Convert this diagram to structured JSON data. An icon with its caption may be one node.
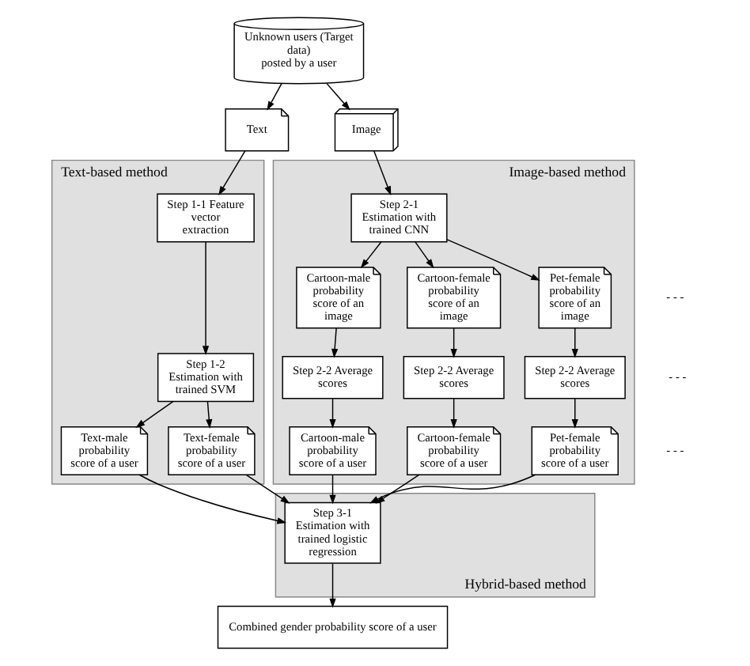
{
  "diagram": {
    "nodes": [
      {
        "text": [
          "Unknown users (Target data)",
          "posted by a user"
        ]
      },
      {
        "text": [
          "Text"
        ]
      },
      {
        "text": [
          "Image"
        ]
      },
      {
        "text": [
          "Text-based method"
        ]
      },
      {
        "text": [
          "Step 1-1 Feature vector extraction"
        ],
        "in": 3
      },
      {
        "text": [
          "Step 1-2 Estimation with trained SVM"
        ],
        "in": 3
      },
      {
        "text": [
          "Text-male probability score of a user"
        ],
        "in": 3
      },
      {
        "text": [
          "Text-female probability score of a user"
        ],
        "in": 3
      },
      {
        "text": [
          "Image-based method"
        ]
      },
      {
        "text": [
          "Step 2-1 Estimation with trained CNN"
        ],
        "in": 8
      },
      {
        "text": [
          "Cartoon-male probability score of an image"
        ],
        "in": 8
      },
      {
        "text": [
          "Cartoon-female probability score of an image"
        ],
        "in": 8
      },
      {
        "text": [
          "Pet-female probability score of an image"
        ],
        "in": 8
      },
      {
        "text": [
          "Step 2-2 Average scores"
        ],
        "in": 8
      },
      {
        "text": [
          "Step 2-2 Average scores"
        ],
        "in": 8
      },
      {
        "text": [
          "Step 2-2 Average scores"
        ],
        "in": 8
      },
      {
        "text": [
          "Cartoon-male probability score of a user"
        ],
        "in": 8
      },
      {
        "text": [
          "Cartoon-female probability score of a user"
        ],
        "in": 8
      },
      {
        "text": [
          "Pet-female probability score of a user"
        ],
        "in": 8
      },
      {
        "text": [
          "Hybrid-based method"
        ]
      },
      {
        "text": [
          "Step 3-1 Estimation with trained logistic regression"
        ],
        "in": 19
      },
      {
        "text": [
          "Combined gender probability score of a user"
        ]
      }
    ],
    "edges": [
      {
        "from": 0,
        "to": 1,
        "arrow": "to"
      },
      {
        "from": 0,
        "to": 2,
        "arrow": "to"
      },
      {
        "from": 1,
        "to": 4,
        "arrow": "to"
      },
      {
        "from": 2,
        "to": 9,
        "arrow": "to"
      },
      {
        "from": 4,
        "to": 5,
        "arrow": "to"
      },
      {
        "from": 5,
        "to": 6,
        "arrow": "to"
      },
      {
        "from": 5,
        "to": 7,
        "arrow": "to"
      },
      {
        "from": 9,
        "to": 10,
        "arrow": "to"
      },
      {
        "from": 9,
        "to": 11,
        "arrow": "to"
      },
      {
        "from": 9,
        "to": 12,
        "arrow": "to"
      },
      {
        "from": 10,
        "to": 13,
        "arrow": "to"
      },
      {
        "from": 11,
        "to": 14,
        "arrow": "to"
      },
      {
        "from": 12,
        "to": 15,
        "arrow": "to"
      },
      {
        "from": 13,
        "to": 16,
        "arrow": "to"
      },
      {
        "from": 14,
        "to": 17,
        "arrow": "to"
      },
      {
        "from": 15,
        "to": 18,
        "arrow": "to"
      },
      {
        "from": 6,
        "to": 20,
        "arrow": "to"
      },
      {
        "from": 7,
        "to": 20,
        "arrow": "to"
      },
      {
        "from": 16,
        "to": 20,
        "arrow": "to"
      },
      {
        "from": 17,
        "to": 20,
        "arrow": "to"
      },
      {
        "from": 18,
        "to": 20,
        "arrow": "to"
      },
      {
        "from": 20,
        "to": 21,
        "arrow": "to"
      }
    ],
    "labels": [
      "- - -",
      "- - -",
      "- - -"
    ]
  }
}
